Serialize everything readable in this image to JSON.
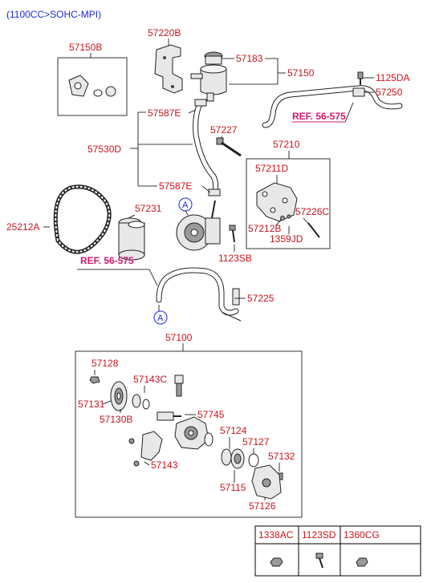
{
  "header": {
    "title": "(1100CC>SOHC-MPI)"
  },
  "labels": {
    "p57150B": "57150B",
    "p57220B": "57220B",
    "p57183": "57183",
    "p57150": "57150",
    "p1125DA": "1125DA",
    "p57250": "57250",
    "p57587E_top": "57587E",
    "p57227": "57227",
    "p57530D": "57530D",
    "p57210": "57210",
    "p57211D": "57211D",
    "p57587E_bot": "57587E",
    "p57231": "57231",
    "p25212A": "25212A",
    "p57226C": "57226C",
    "p57212B": "57212B",
    "p1359JD": "1359JD",
    "p1123SB": "1123SB",
    "p57225": "57225",
    "p57100": "57100",
    "p57128": "57128",
    "p57143C": "57143C",
    "p57131": "57131",
    "p57130B": "57130B",
    "p57745": "57745",
    "p57124": "57124",
    "p57127": "57127",
    "p57132": "57132",
    "p57143": "57143",
    "p57115": "57115",
    "p57126": "57126"
  },
  "refs": {
    "ref_upper": "REF. 56-575",
    "ref_lower": "REF. 56-575"
  },
  "circles": {
    "circle_upper": "A",
    "circle_lower": "A"
  },
  "parts_table": {
    "columns": [
      "1338AC",
      "1123SD",
      "1360CG"
    ]
  },
  "colors": {
    "label": "#c8141e",
    "header": "#1d2bd0",
    "ref": "#d0196e"
  }
}
